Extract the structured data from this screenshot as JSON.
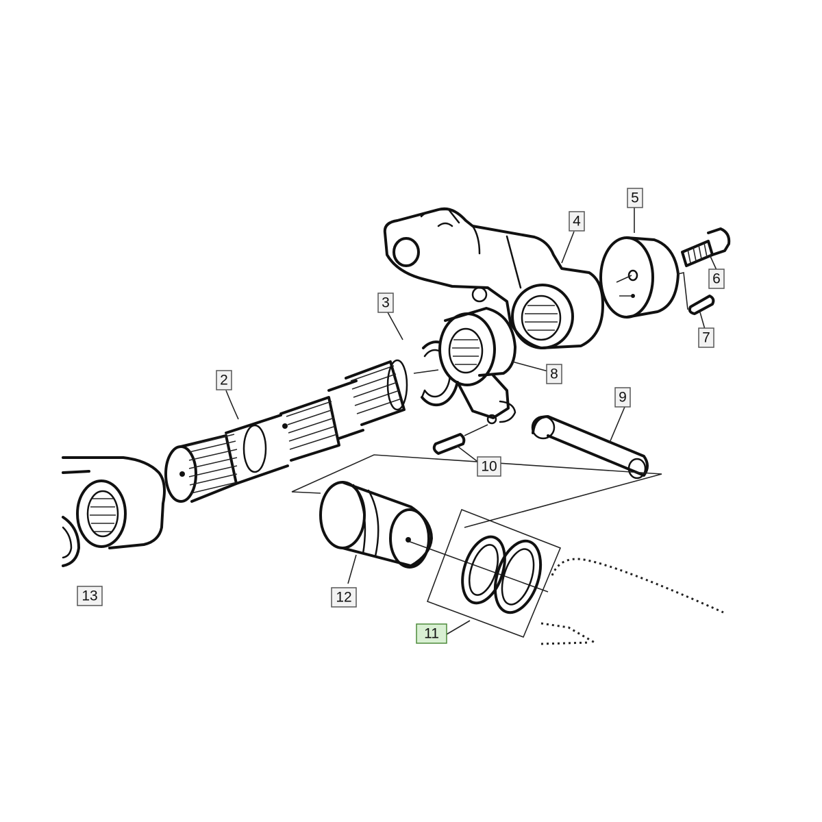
{
  "callouts": {
    "c2": "2",
    "c3": "3",
    "c4": "4",
    "c5": "5",
    "c6": "6",
    "c7": "7",
    "c8": "8",
    "c9": "9",
    "c10": "10",
    "c11": "11",
    "c12": "12",
    "c13": "13"
  },
  "highlighted_callout": "11"
}
